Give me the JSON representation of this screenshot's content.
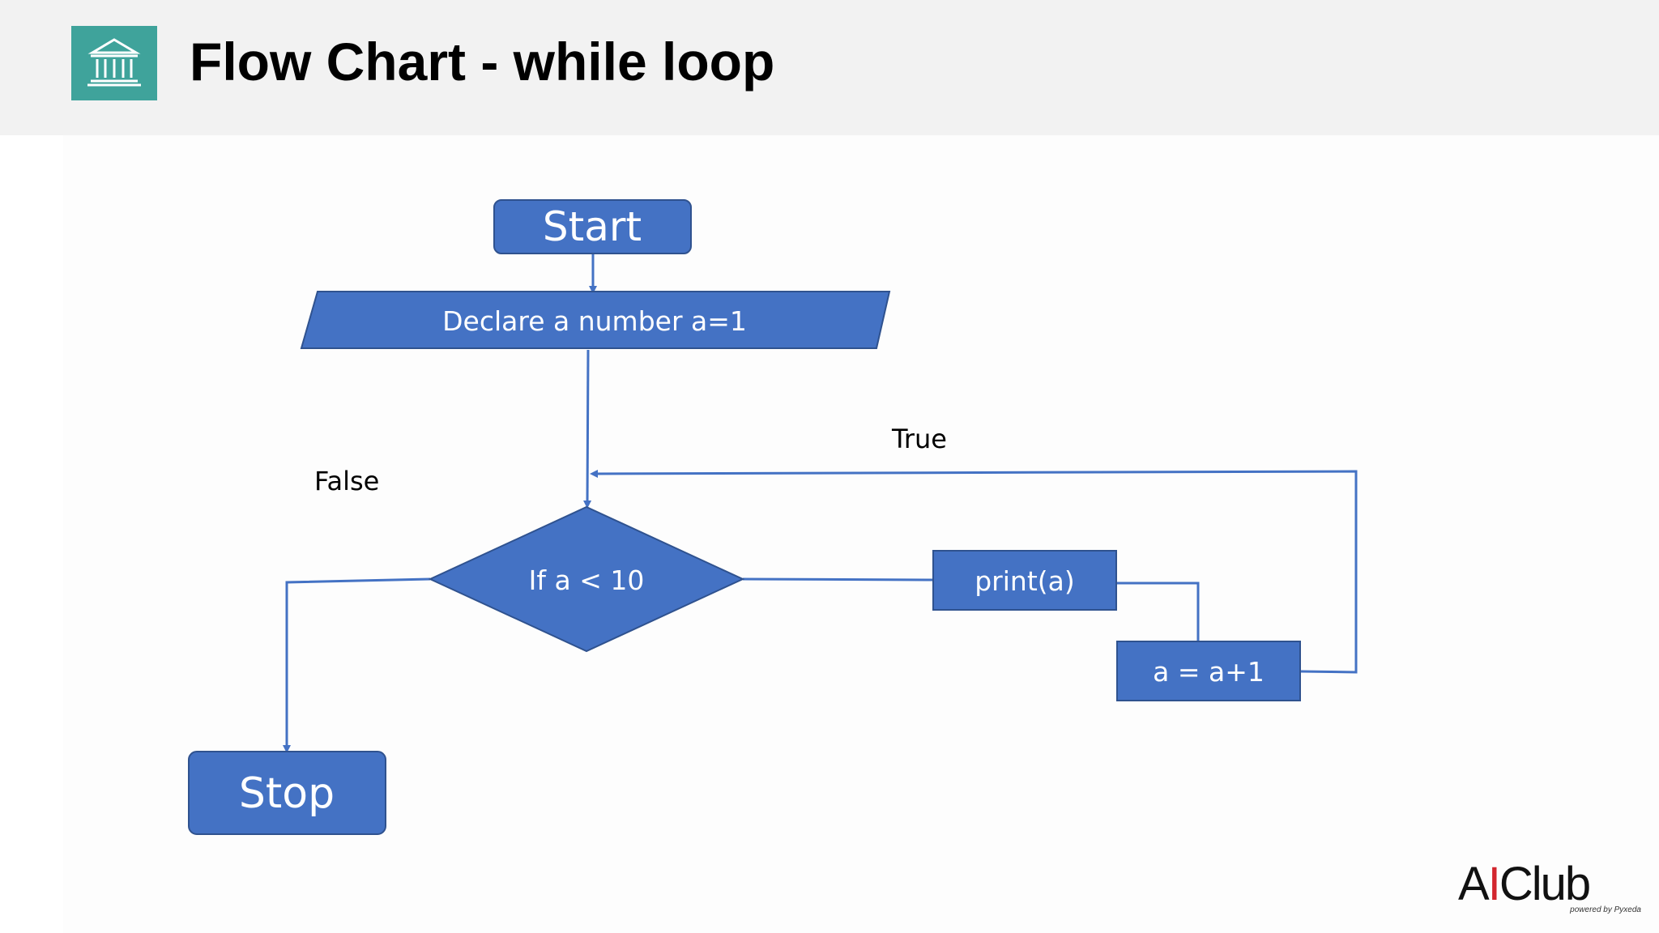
{
  "header": {
    "title": "Flow Chart - while loop",
    "icon": "bank-building-icon",
    "background": "#f2f2f2",
    "icon_background": "#3fa39b"
  },
  "flowchart": {
    "nodes": {
      "start": "Start",
      "declare": "Declare a number a=1",
      "condition": "If a < 10",
      "print": "print(a)",
      "increment": "a = a+1",
      "stop": "Stop"
    },
    "edge_labels": {
      "true": "True",
      "false": "False"
    },
    "node_fill": "#4472c4",
    "line_color": "#4472c4"
  },
  "logo": {
    "main_prefix": "A",
    "main_bar": "I",
    "main_suffix": "Club",
    "subtitle": "powered by Pyxeda"
  }
}
